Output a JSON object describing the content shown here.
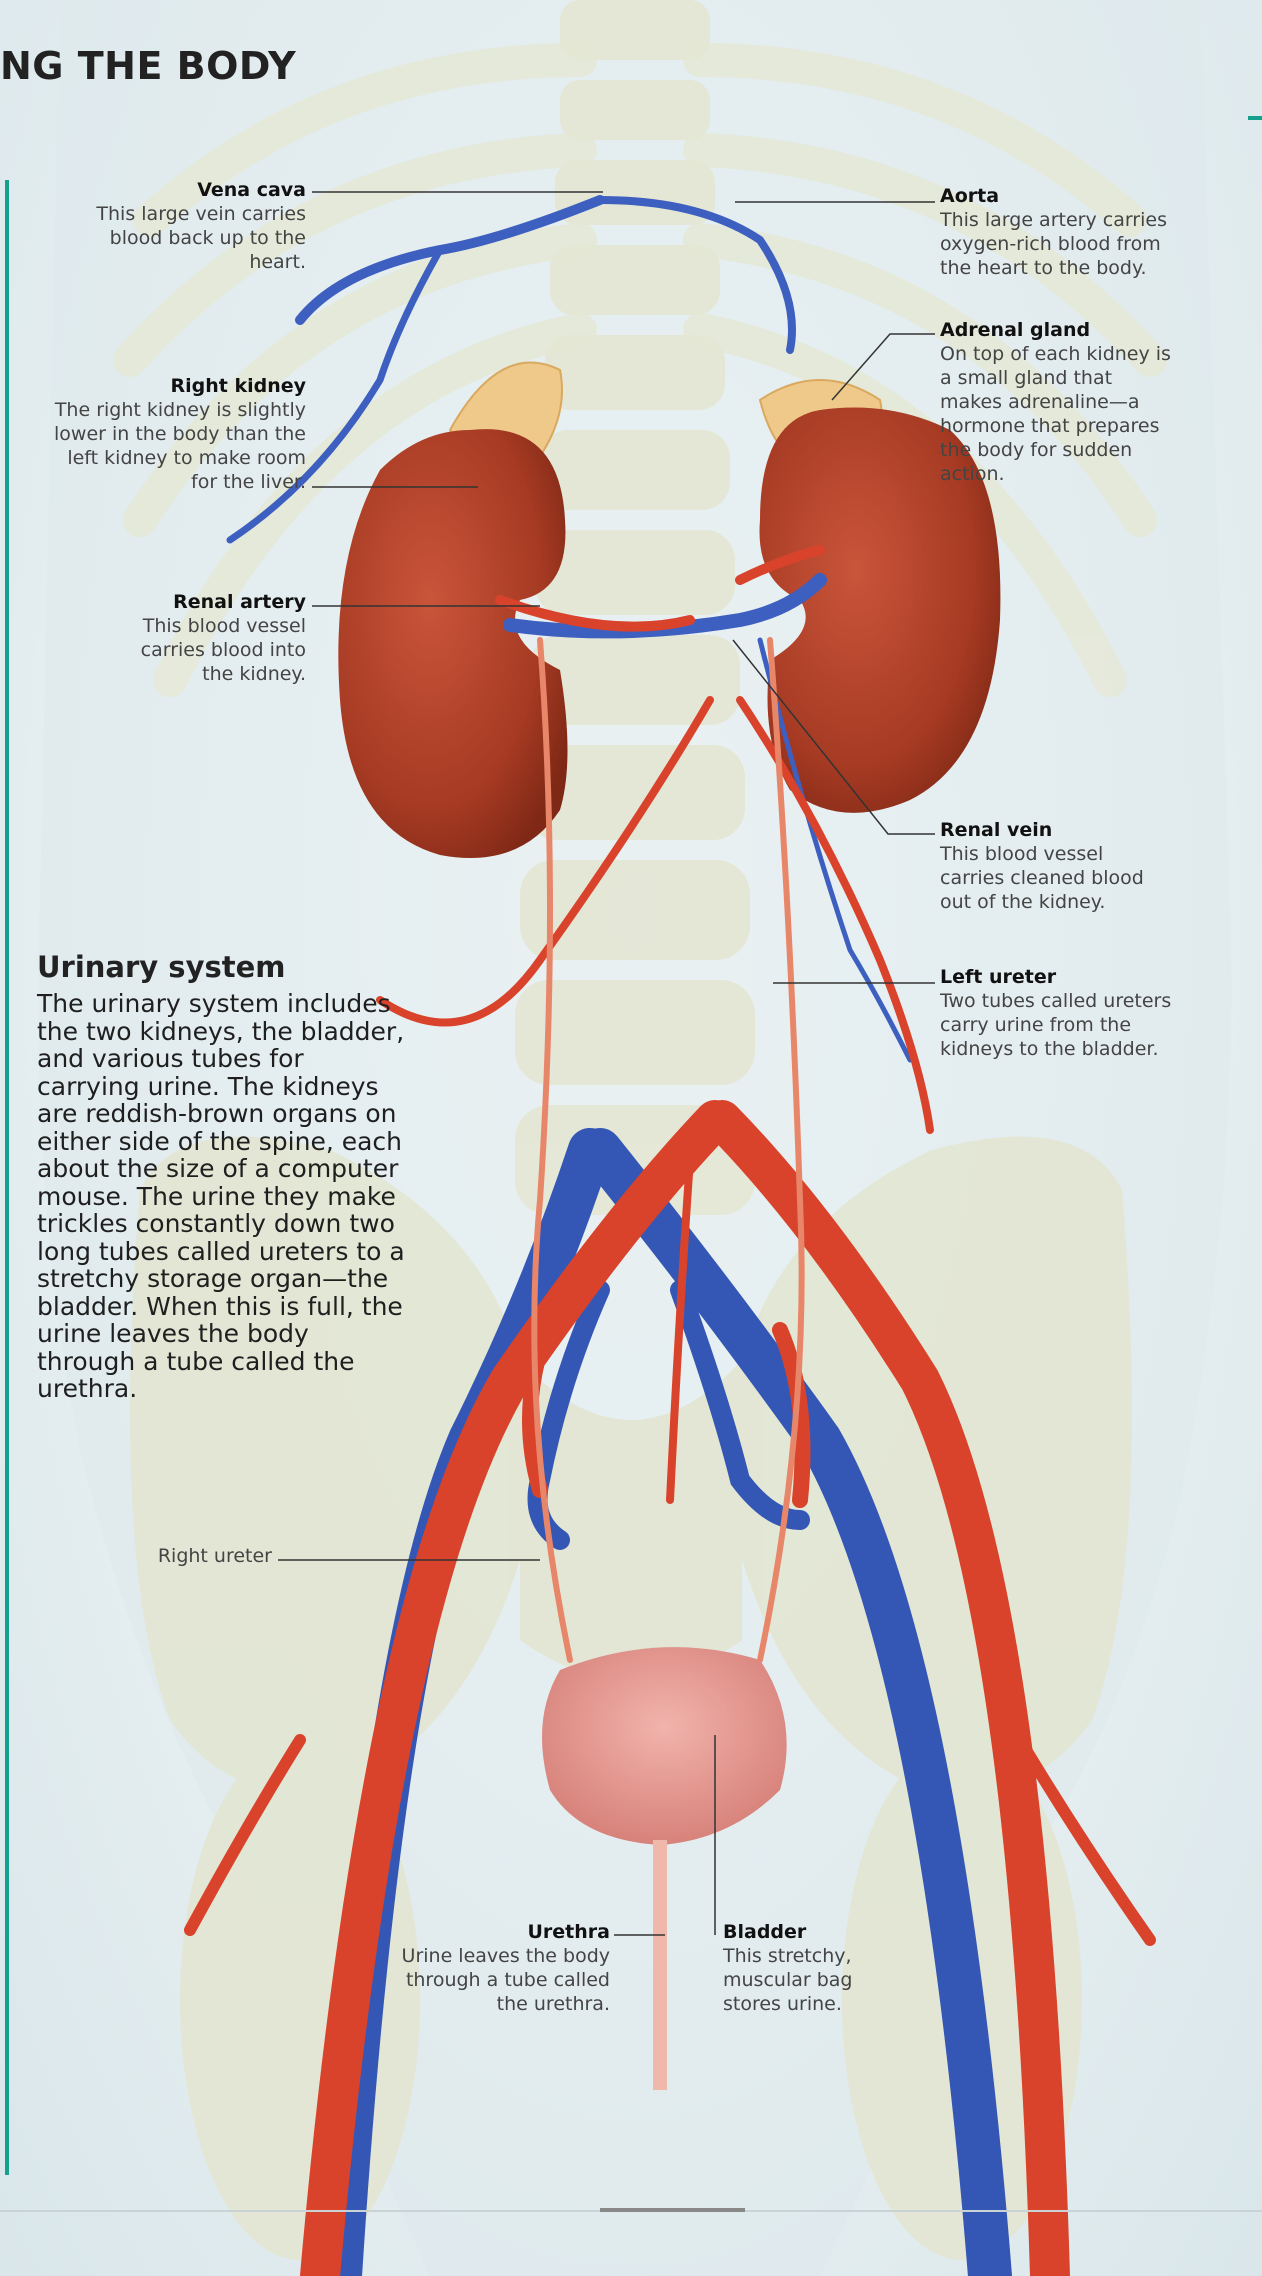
{
  "page": {
    "title": "NG THE BODY"
  },
  "labels": {
    "vena_cava": {
      "heading": "Vena cava",
      "body": "This large vein carries blood back up to the heart."
    },
    "aorta": {
      "heading": "Aorta",
      "body": "This large artery carries oxygen-rich blood from the heart to the body."
    },
    "adrenal_gland": {
      "heading": "Adrenal gland",
      "body": "On top of each kidney is a small gland that makes adrenaline—a hormone that prepares the body for sudden action."
    },
    "right_kidney": {
      "heading": "Right kidney",
      "body": "The right kidney is slightly lower in the body than the left kidney to make room for the liver."
    },
    "renal_artery": {
      "heading": "Renal artery",
      "body": "This blood vessel carries blood into the kidney."
    },
    "renal_vein": {
      "heading": "Renal vein",
      "body": "This blood vessel carries cleaned blood out of the kidney."
    },
    "left_ureter": {
      "heading": "Left ureter",
      "body": "Two tubes called ureters carry urine from the kidneys to the bladder."
    },
    "right_ureter": {
      "heading": "Right ureter"
    },
    "urethra": {
      "heading": "Urethra",
      "body": "Urine leaves the body through a tube called the urethra."
    },
    "bladder": {
      "heading": "Bladder",
      "body": "This stretchy, muscular bag stores urine."
    }
  },
  "textbox": {
    "heading": "Urinary system",
    "body": "The urinary system includes the two kidneys, the bladder, and various tubes for carrying urine. The kidneys are reddish-brown organs on either side of the spine, each about the size of a computer mouse. The urine they make trickles constantly down two long tubes called ureters to a stretchy storage organ—the bladder. When this is full, the urine leaves the body through a tube called the urethra."
  },
  "colors": {
    "accent": "#13a08c",
    "artery": "#d9432b",
    "vein": "#3457b5",
    "kidney": "#b8432a",
    "adrenal": "#efc98a",
    "bladder": "#e79a95",
    "bone": "#e3e7d6"
  }
}
